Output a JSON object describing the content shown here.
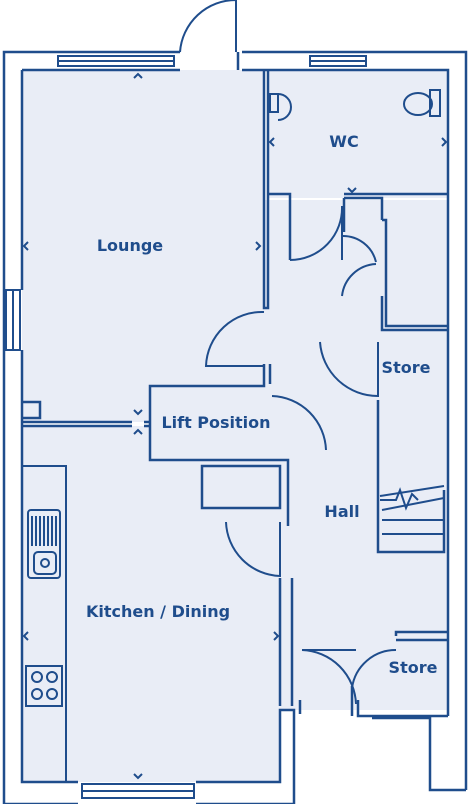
{
  "rooms": {
    "lounge": "Lounge",
    "wc": "WC",
    "lift": "Lift Position",
    "store_upper": "Store",
    "hall": "Hall",
    "kitchen": "Kitchen / Dining",
    "store_lower": "Store"
  },
  "colors": {
    "wall": "#1f4d8c",
    "floor": "#e9edf6",
    "background": "#ffffff"
  }
}
